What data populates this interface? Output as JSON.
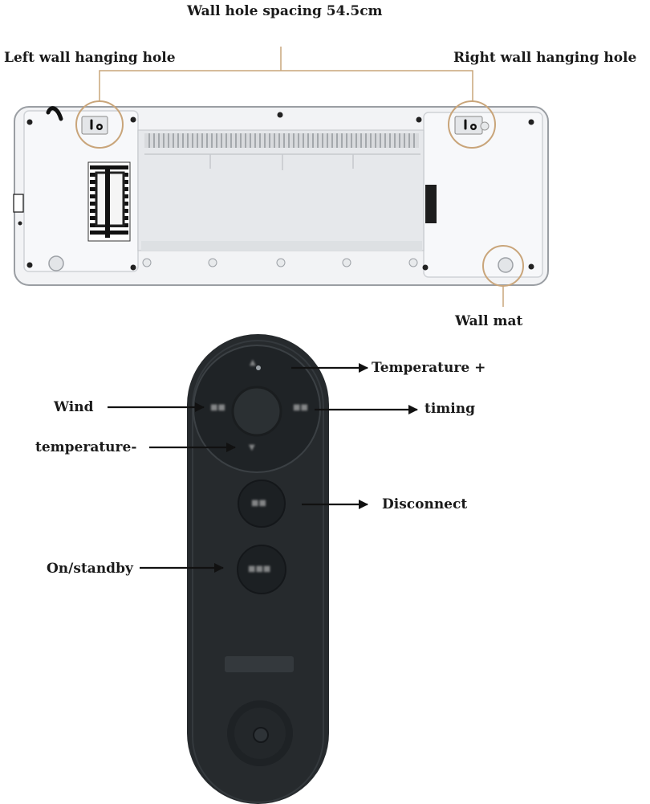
{
  "labels": {
    "wall_hole_spacing": "Wall hole spacing 54.5cm",
    "left_wall_hanging_hole": "Left wall hanging hole",
    "right_wall_hanging_hole": "Right wall hanging hole",
    "wall_mat": "Wall mat",
    "temperature_plus": "Temperature +",
    "wind": "Wind",
    "timing": "timing",
    "temperature_minus": "temperature-",
    "disconnect": "Disconnect",
    "on_standby": "On/standby"
  },
  "colors": {
    "callout_ring": "#c9a57a",
    "remote_body": "#262a2d",
    "heater_body": "#f2f3f5"
  }
}
